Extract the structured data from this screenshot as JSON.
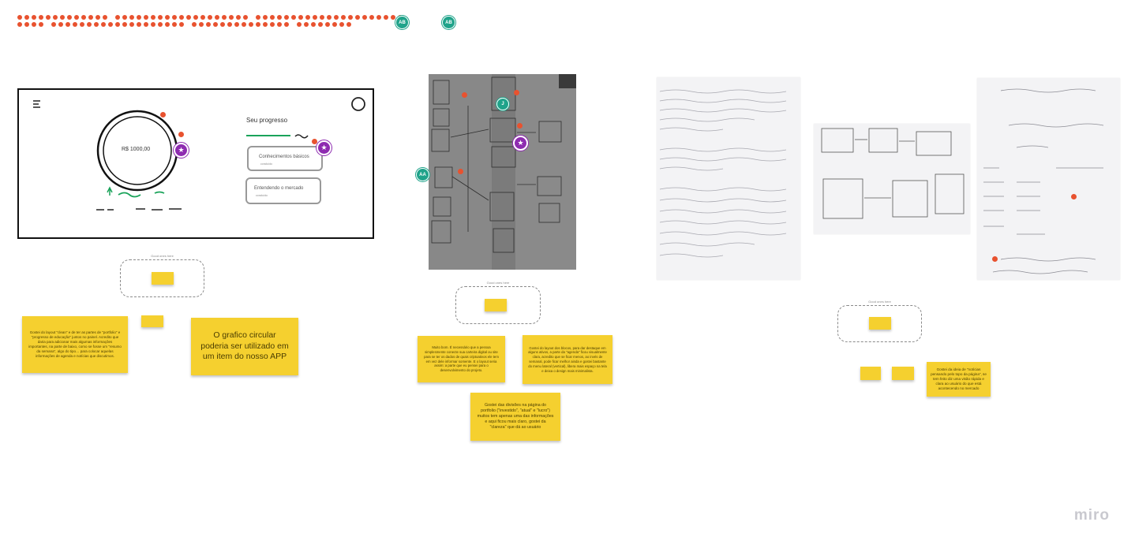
{
  "board": {
    "logo": "miro",
    "colors": {
      "accent_red": "#e8522f",
      "sticky_yellow": "#f5d02f",
      "avatar_teal": "#1fa38a",
      "reaction_purple": "#8e2bb0"
    }
  },
  "avatars": [
    {
      "initials": "AB"
    },
    {
      "initials": "AB"
    },
    {
      "initials": "J"
    },
    {
      "initials": "AA"
    }
  ],
  "sketch1": {
    "amount": "R$ 1000,00",
    "progress_title": "Seu progresso",
    "card1_title": "Conhecimentos básicos",
    "card1_sub": "concluído",
    "card2_title": "Entendendo o mercado",
    "card2_sub": "concluído"
  },
  "drop_label": "Good ones here",
  "stickies": {
    "s1": "Gostei do layout \"clean\" e de ter as partes de \"portfolio\" e \"progresso de educação\" juntos no painel. Acredito que daria para adicionar mais algumas informações importantes, na parte de baixo, como se fosse um \"resumo da semana\", algo do tipo… para colocar aquelas informações de agenda e notícias que discutimos.",
    "s2": "O grafico circular poderia ser utilizado em um item do nosso APP",
    "s3": "Muito bom. É necessário que a pessoa simplesmente conecte sua carteira digital ou site para se ter os dados de quais criptoativos ele tem em vez dele informar somente. E o layout seria assim: a parte que eu pensei para o desenvolvimento do projeto.",
    "s4": "Gostei do layout dos blocos, para dar destaque em alguns ativos, a parte da \"agenda\" ficou visualmente clara, acredito que se ficar menos, ao invés de semanal, pode ficar melhor ainda e gostei bastante do menu lateral (vertical), libera mais espaço na tela e deixa o design mais minimalista.",
    "s5": "Gostei das divisões na página do portfolio (\"investido\", \"atual\" e \"lucro\") muitos tem apenas uma das informações e aqui ficou mais claro, gostei da \"clareza\" que dá ao usuário",
    "s6": "Gostei da ideia de \"notícias pensando pelo topo da página\", se tem feito diz uma visão rápida e clara ao usuário do que está acontecendo no mercado"
  }
}
